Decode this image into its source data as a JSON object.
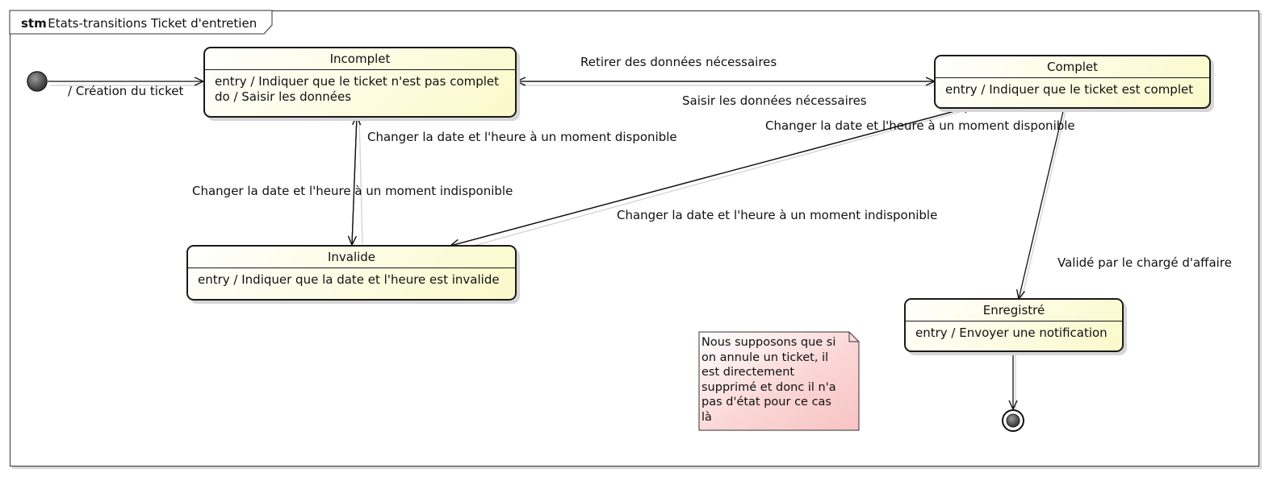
{
  "frame": {
    "keyword": "stm",
    "title": "Etats-transitions Ticket d'entretien"
  },
  "states": {
    "incomplet": {
      "title": "Incomplet",
      "actions": [
        "entry / Indiquer que le ticket n'est pas complet",
        "do / Saisir les données"
      ]
    },
    "complet": {
      "title": "Complet",
      "actions": [
        "entry / Indiquer que le ticket est complet"
      ]
    },
    "invalide": {
      "title": "Invalide",
      "actions": [
        "entry / Indiquer que la date et l'heure est invalide"
      ]
    },
    "enregistre": {
      "title": "Enregistré",
      "actions": [
        "entry / Envoyer une notification"
      ]
    }
  },
  "transitions": {
    "creation": "/ Création du ticket",
    "retirer": "Retirer des données nécessaires",
    "saisir": "Saisir les données nécessaires",
    "dispo_incomplet": "Changer la date et l'heure à un moment disponible",
    "indispo_incomplet": "Changer la date et l'heure à un moment indisponible",
    "dispo_complet": "Changer la date et l'heure à un moment disponible",
    "indispo_complet": "Changer la date et l'heure à un moment indisponible",
    "valide": "Validé par le chargé d'affaire"
  },
  "note": {
    "lines": [
      "Nous supposons que si",
      "on annule un ticket, il",
      "est directement",
      "supprimé et donc il n'a",
      "pas d'état pour ce cas",
      "là"
    ]
  }
}
